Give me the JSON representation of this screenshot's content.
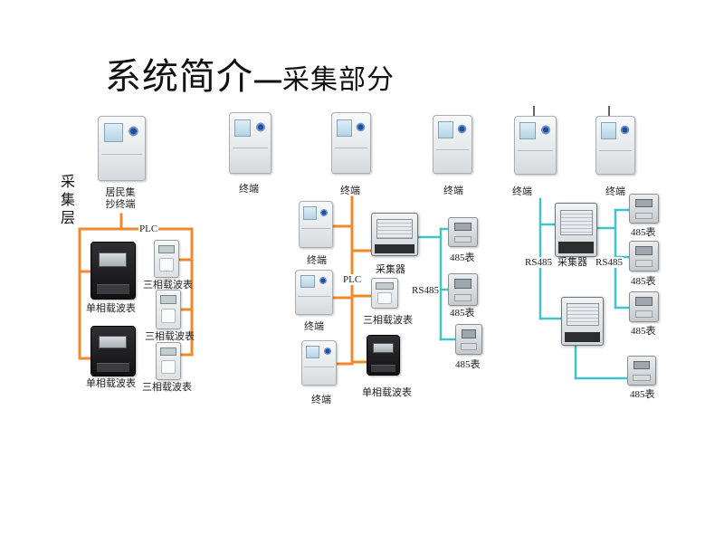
{
  "slide": {
    "title": {
      "main": "系统简介",
      "dash": "—",
      "sub": "采集部分"
    },
    "layer_label": "采集层"
  },
  "colors": {
    "plc_line": "#ee8a2c",
    "rs485_line": "#43c3c7",
    "title_text": "#111111"
  },
  "left_group": {
    "concentrator_label": "居民集抄终端",
    "bus_label": "PLC",
    "single_phase_labels": [
      "单相载波表",
      "单相载波表"
    ],
    "three_phase_labels": [
      "三相载波表",
      "三相载波表",
      "三相载波表"
    ]
  },
  "standalone_terminal": {
    "label": "终端"
  },
  "middle_group": {
    "top_terminal_label": "终端",
    "terminal_labels": [
      "终端",
      "终端",
      "终端"
    ],
    "collector_label": "采集器",
    "three_phase_label": "三相载波表",
    "single_phase_label": "单相载波表",
    "bus_label": "PLC",
    "rs485_label": "RS485",
    "meter_485_labels": [
      "485表",
      "485表",
      "485表"
    ]
  },
  "terminal_b": {
    "label": "终端"
  },
  "right_group": {
    "terminal_labels": [
      "终端",
      "终端"
    ],
    "rs485_labels": [
      "RS485",
      "RS485"
    ],
    "collector_label": "采集器",
    "meter_485_labels": [
      "485表",
      "485表",
      "485表",
      "485表"
    ]
  }
}
